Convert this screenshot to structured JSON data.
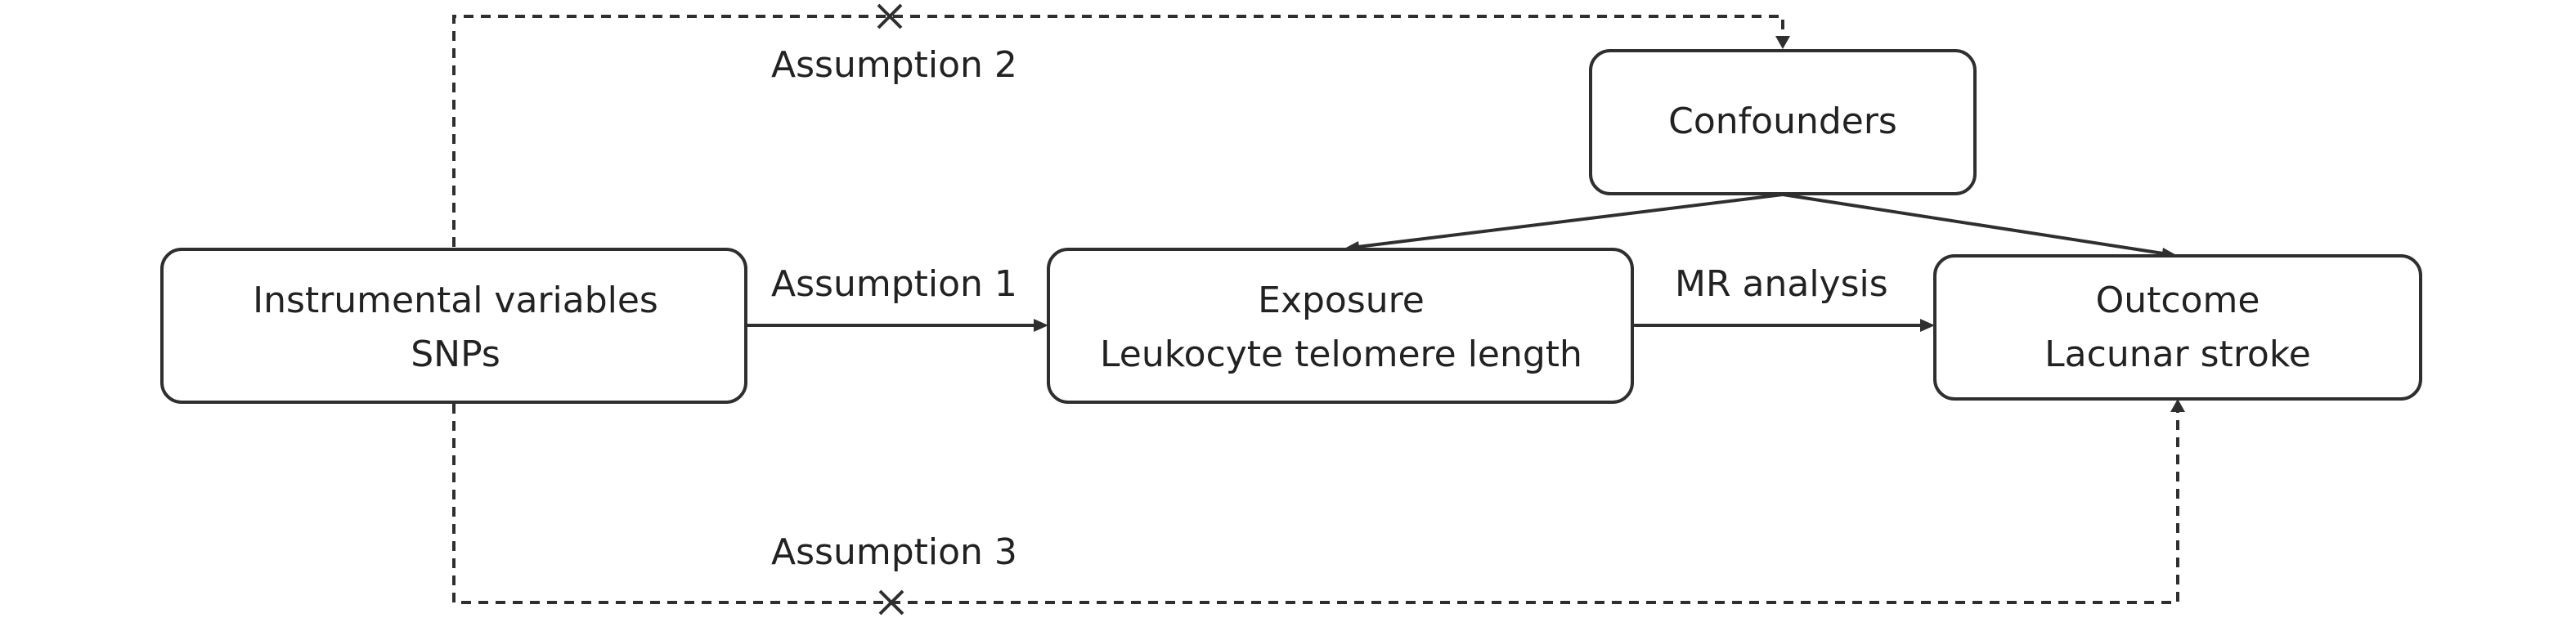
{
  "diagram": {
    "nodes": {
      "instrumental_variables": {
        "line1": "Instrumental variables",
        "line2": "SNPs"
      },
      "exposure": {
        "line1": "Exposure",
        "line2": "Leukocyte telomere length"
      },
      "outcome": {
        "line1": "Outcome",
        "line2": "Lacunar stroke"
      },
      "confounders": {
        "line1": "Confounders"
      }
    },
    "edge_labels": {
      "assumption_1": "Assumption 1",
      "assumption_2": "Assumption 2",
      "assumption_3": "Assumption 3",
      "mr_analysis": "MR analysis"
    },
    "colors": {
      "stroke": "#2f2f2f",
      "text": "#222222",
      "background": "#ffffff"
    }
  }
}
